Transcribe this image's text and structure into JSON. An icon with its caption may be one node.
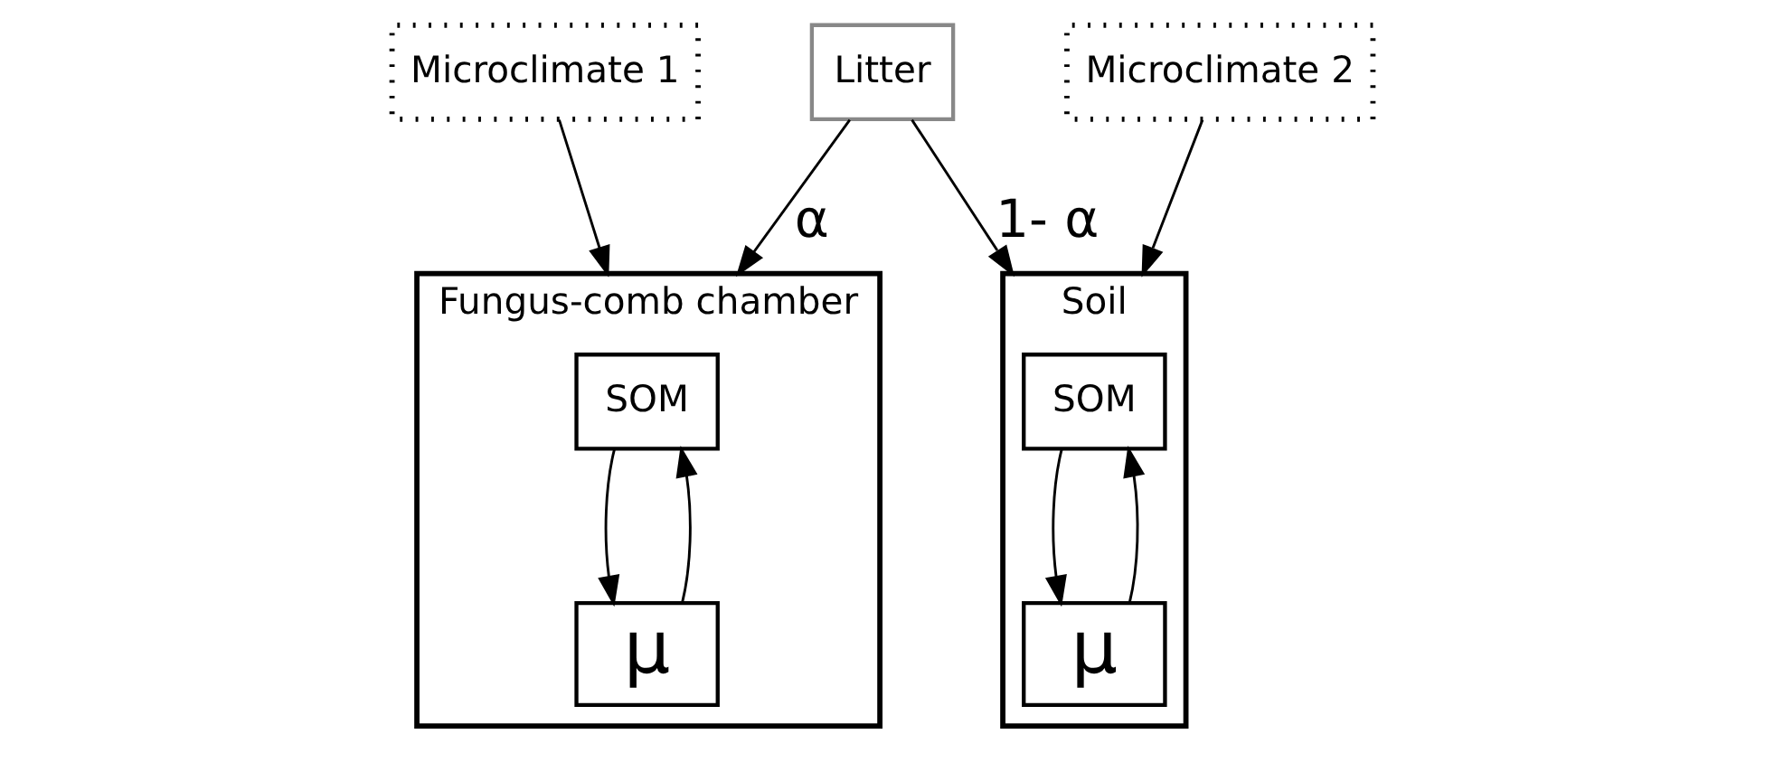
{
  "diagram": {
    "nodes": [
      {
        "text": [
          "Litter"
        ]
      },
      {
        "text": [
          "Fungus-comb chamber"
        ]
      },
      {
        "text": [
          "SOM"
        ],
        "in": 1
      },
      {
        "text": [
          "μ"
        ],
        "in": 1
      },
      {
        "text": [
          "Soil"
        ]
      },
      {
        "text": [
          "SOM"
        ],
        "in": 4
      },
      {
        "text": [
          "μ"
        ],
        "in": 4
      },
      {
        "text": [
          "Microclimate 1"
        ]
      },
      {
        "text": [
          "Microclimate 2"
        ]
      }
    ],
    "edges": [
      {
        "from": 0,
        "to": 1,
        "arrow": "to",
        "label": "α"
      },
      {
        "from": 0,
        "to": 4,
        "arrow": "to",
        "label": "1- α"
      },
      {
        "from": 2,
        "to": 3,
        "arrow": "to"
      },
      {
        "from": 3,
        "to": 2,
        "arrow": "to"
      },
      {
        "from": 5,
        "to": 6,
        "arrow": "to"
      },
      {
        "from": 6,
        "to": 5,
        "arrow": "to"
      },
      {
        "from": 7,
        "to": 1,
        "arrow": "to"
      },
      {
        "from": 8,
        "to": 4,
        "arrow": "to"
      }
    ]
  }
}
